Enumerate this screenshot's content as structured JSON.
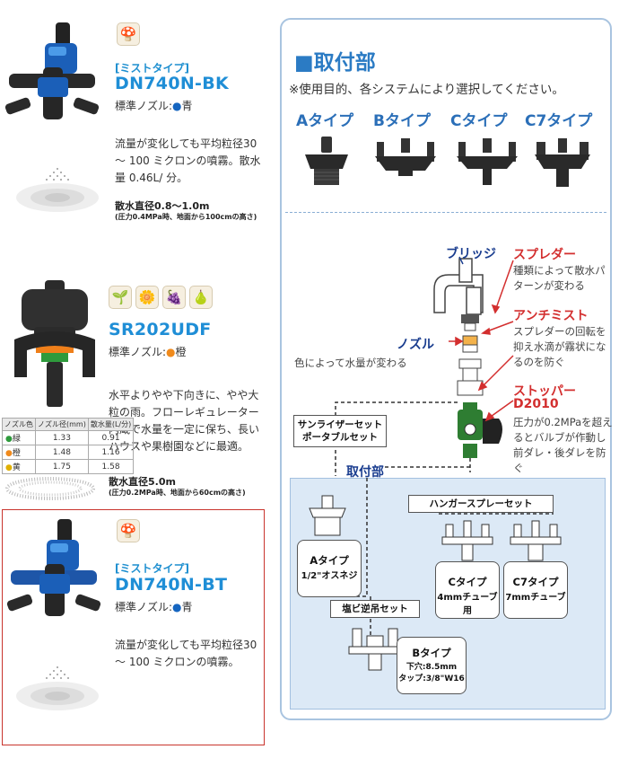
{
  "products": [
    {
      "type": "[ミストタイプ]",
      "name": "DN740N-BK",
      "nozzle_label": "標準ノズル:",
      "nozzle_dot": "●",
      "nozzle_color_name": "青",
      "nozzle_color": "#1565c0",
      "description": "流量が変化しても平均粒径30 ～ 100 ミクロンの噴霧。散水量 0.46L/ 分。",
      "spec": "散水直径0.8～1.0m",
      "spec_note": "(圧力0.4MPa時、地面から100cmの高さ)",
      "icons": [
        "mushroom-icon"
      ]
    },
    {
      "type": "",
      "name": "SR202UDF",
      "nozzle_label": "標準ノズル:",
      "nozzle_dot": "●",
      "nozzle_color_name": "橙",
      "nozzle_color": "#f08a1c",
      "description": "水平よりやや下向きに、やや大粒の雨。フローレギュレーター内蔵で水量を一定に保ち、長いハウスや果樹園などに最適。",
      "spec": "散水直径5.0m",
      "spec_note": "(圧力0.2MPa時、地面から60cmの高さ)",
      "icons": [
        "seedling-icon",
        "flower-icon",
        "grape-icon",
        "fruit-icon"
      ],
      "table": {
        "headers": [
          "ノズル色",
          "ノズル径(mm)",
          "散水量(L/分)"
        ],
        "rows": [
          {
            "dot": "●",
            "dot_color": "#2e9a3c",
            "color": "緑",
            "dia": "1.33",
            "flow": "0.91"
          },
          {
            "dot": "●",
            "dot_color": "#f08a1c",
            "color": "橙",
            "dia": "1.48",
            "flow": "1.16"
          },
          {
            "dot": "●",
            "dot_color": "#f5c400",
            "color": "黄",
            "dia": "1.75",
            "flow": "1.58"
          }
        ]
      }
    },
    {
      "type": "[ミストタイプ]",
      "name": "DN740N-BT",
      "nozzle_label": "標準ノズル:",
      "nozzle_dot": "●",
      "nozzle_color_name": "青",
      "nozzle_color": "#1565c0",
      "description": "流量が変化しても平均粒径30 ～ 100 ミクロンの噴霧。",
      "icons": [
        "mushroom-icon"
      ]
    }
  ],
  "panel": {
    "title": "■取付部",
    "subtitle": "※使用目的、各システムにより選択してください。",
    "types": [
      "Aタイプ",
      "Bタイプ",
      "Cタイプ",
      "C7タイプ"
    ],
    "callouts": {
      "bridge": "ブリッジ",
      "spreader": "スプレダー",
      "spreader_desc": "種類によって散水パターンが変わる",
      "antimist": "アンチミスト",
      "antimist_desc": "スプレダーの回転を抑え水滴が霧状になるのを防ぐ",
      "nozzle": "ノズル",
      "nozzle_desc": "色によって水量が変わる",
      "stopper": "ストッパー",
      "stopper_model": "D2010",
      "stopper_desc": "圧力が0.2MPaを超えるとバルブが作動し前ダレ・後ダレを防ぐ"
    },
    "sets": {
      "sunriser": "サンライザーセット",
      "portable": "ポータブルセット",
      "attach": "取付部",
      "hanger": "ハンガースプレーセット",
      "pvc": "塩ビ逆吊セット"
    },
    "parts": {
      "a_name": "Aタイプ",
      "a_spec": "1/2\"オスネジ",
      "c_name": "Cタイプ",
      "c_spec": "4mmチューブ用",
      "c7_name": "C7タイプ",
      "c7_spec": "7mmチューブ",
      "b_name": "Bタイプ",
      "b_spec1": "下穴:8.5mm",
      "b_spec2": "タップ:3/8\"W16"
    }
  }
}
